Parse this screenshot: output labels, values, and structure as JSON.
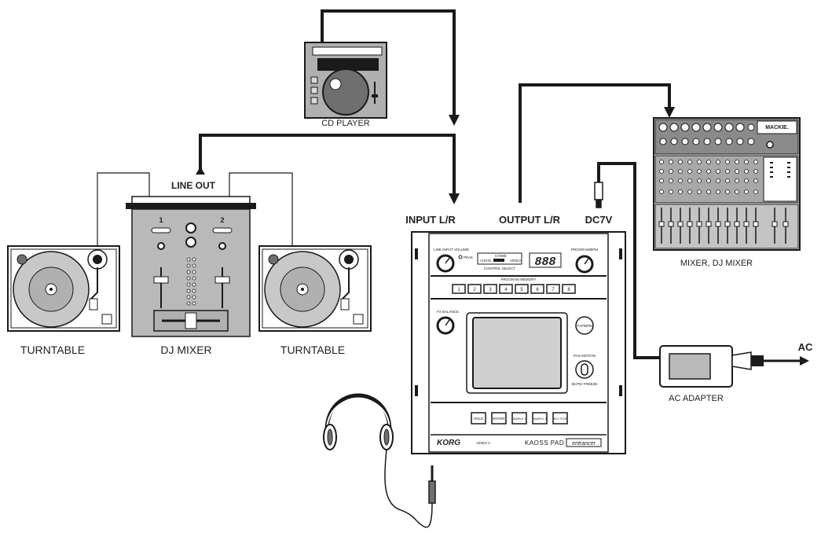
{
  "labels": {
    "cd_player": "CD PLAYER",
    "line_out": "LINE OUT",
    "input_lr": "INPUT L/R",
    "output_lr": "OUTPUT L/R",
    "dc7v": "DC7V",
    "turntable_left": "TURNTABLE",
    "dj_mixer": "DJ MIXER",
    "turntable_right": "TURNTABLE",
    "mixer_dj_mixer": "MIXER, DJ MIXER",
    "ac_adapter": "AC ADAPTER",
    "ac": "AC"
  },
  "dj_mixer_panel": {
    "ch1": "1",
    "ch2": "2"
  },
  "kaoss_pad": {
    "line_input_volume": "LINE INPUT VOLUME",
    "peak": "PEAK",
    "audio": "AUDIO",
    "combi": "COMBI",
    "video": "VIDEO",
    "control_select": "CONTROL SELECT",
    "display": "888",
    "program_bpm": "PROGRAM/BPM",
    "program_memory": "PROGRAM MEMORY",
    "memory_buttons": [
      "1",
      "2",
      "3",
      "4",
      "5",
      "6",
      "7",
      "8"
    ],
    "fx_balance": "FX BALANCE",
    "tap_bpm": "TAP/BPM",
    "pad_motion": "PAD MOTION",
    "mute_freeze": "MUTE/ FREEZE",
    "bottom_buttons": [
      "HOLD",
      "ENTER",
      "SAMPLE 1",
      "SAMPLE 2",
      "REC/ STOP"
    ],
    "brand": "KORG",
    "model_small": "VIDEO 2",
    "model": "KAOSS PAD",
    "model_suffix": "entrancer"
  },
  "mixer_brand": "MACKIE.",
  "colors": {
    "stroke": "#1a1a1a",
    "panel_gray": "#b9b9b9",
    "dark_gray": "#6f6f6f",
    "platter": "#c8c8c8",
    "pad_fill": "#cfcfcf"
  }
}
